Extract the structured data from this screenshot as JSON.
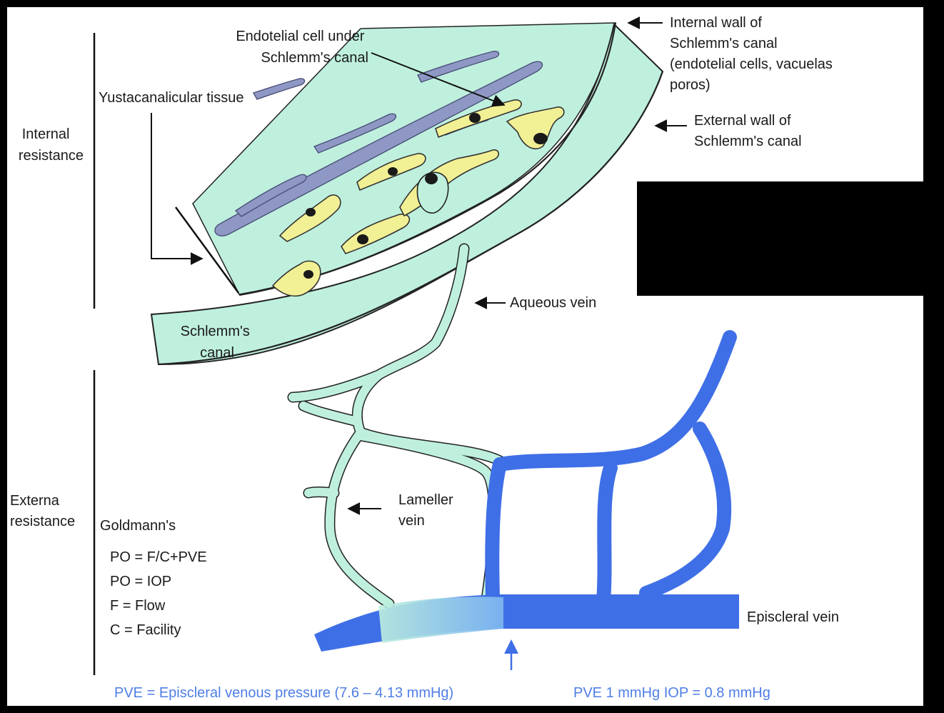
{
  "labels": {
    "endo_cell": [
      "Endotelial cell under",
      "Schlemm's canal"
    ],
    "internal_wall": [
      "Internal wall of",
      "Schlemm's canal",
      "(endotelial cells, vacuelas",
      "poros)"
    ],
    "external_wall": [
      "External wall of",
      "Schlemm's canal"
    ],
    "yusta": "Yustacanalicular tissue",
    "internal_resistance": [
      "Internal",
      "resistance"
    ],
    "schlemm_canal": [
      "Schlemm's",
      "canal"
    ],
    "aqueous_vein": "Aqueous vein",
    "externa_resistance": [
      "Externa",
      "resistance"
    ],
    "goldmann_title": "Goldmann's",
    "goldmann_lines": [
      "PO = F/C+PVE",
      "PO = IOP",
      "F = Flow",
      "C = Facility"
    ],
    "lameller_vein": [
      "Lameller",
      "vein"
    ],
    "episcleral_vein": "Episcleral vein"
  },
  "footer": {
    "pve_definition": "PVE = Episcleral venous pressure (7.6 – 4.13 mmHg)",
    "pve_ratio": "PVE 1 mmHg IOP = 0.8 mmHg"
  },
  "colors": {
    "tissue": "#bff0de",
    "cell": "#f2f094",
    "fiber": "#8f98c4",
    "vein_blue": "#3f6fe6",
    "footer_text": "#4f7ee6"
  }
}
